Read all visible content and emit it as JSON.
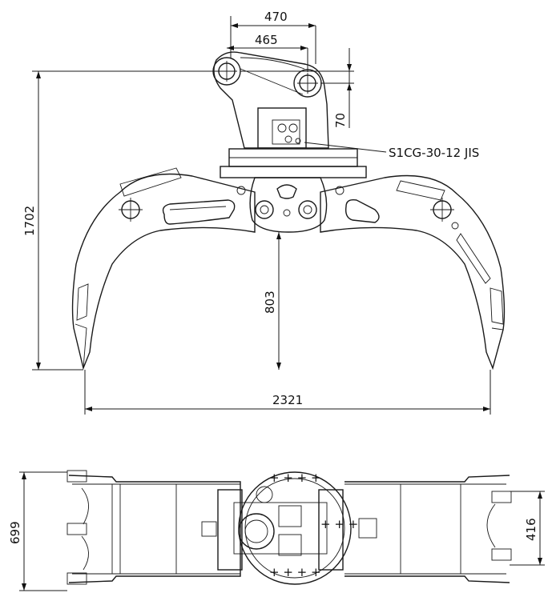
{
  "dimensions": {
    "pin_spacing_outer": "470",
    "pin_spacing_inner": "465",
    "pin_offset_vertical": "70",
    "total_height": "1702",
    "opening_height": "803",
    "open_width": "2321",
    "bottom_width": "699",
    "jaw_depth": "416"
  },
  "labels": {
    "valve_block": "S1CG-30-12 JIS"
  }
}
